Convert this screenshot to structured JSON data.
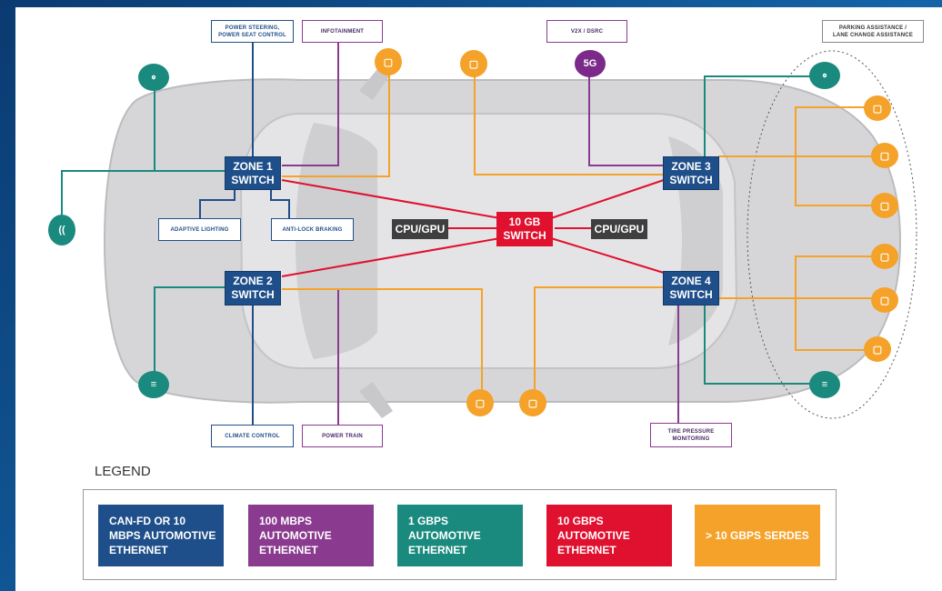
{
  "switches": {
    "zone1": "ZONE 1\nSWITCH",
    "zone2": "ZONE 2\nSWITCH",
    "zone3": "ZONE 3\nSWITCH",
    "zone4": "ZONE 4\nSWITCH",
    "core": "10 GB\nSWITCH",
    "cpu_left": "CPU/GPU",
    "cpu_right": "CPU/GPU"
  },
  "labels": {
    "power_steering": "POWER STEERING,\nPOWER SEAT CONTROL",
    "infotainment": "INFOTAINMENT",
    "v2x": "V2X / DSRC",
    "parking": "PARKING ASSISTANCE /\nLANE CHANGE ASSISTANCE",
    "adaptive_lighting": "ADAPTIVE LIGHTING",
    "anti_lock": "ANTI-LOCK BRAKING",
    "climate": "CLIMATE CONTROL",
    "power_train": "POWER TRAIN",
    "tire_pressure": "TIRE PRESSURE\nMONITORING",
    "five_g": "5G"
  },
  "legend": {
    "title": "LEGEND",
    "items": [
      {
        "text": "CAN-FD OR 10\nMBPS AUTOMOTIVE\nETHERNET",
        "color": "#1f4f8a"
      },
      {
        "text": "100 MBPS\nAUTOMOTIVE\nETHERNET",
        "color": "#8a3a8f"
      },
      {
        "text": "1 GBPS\nAUTOMOTIVE\nETHERNET",
        "color": "#1a8a7e"
      },
      {
        "text": "10 GBPS\nAUTOMOTIVE\nETHERNET",
        "color": "#e0102f"
      },
      {
        "text": "> 10 GBPS SERDES",
        "color": "#f5a22a"
      }
    ]
  },
  "colors": {
    "can": "#1f4f8a",
    "mbps100": "#8a3a8f",
    "gbps1": "#1a8a7e",
    "gbps10": "#e0102f",
    "serdes": "#f5a22a",
    "car_body": "#d6d6d8"
  },
  "icons": {
    "wifi": "wifi-icon",
    "camera": "camera-icon",
    "sensor": "sensor-icon",
    "antenna": "antenna-icon"
  }
}
